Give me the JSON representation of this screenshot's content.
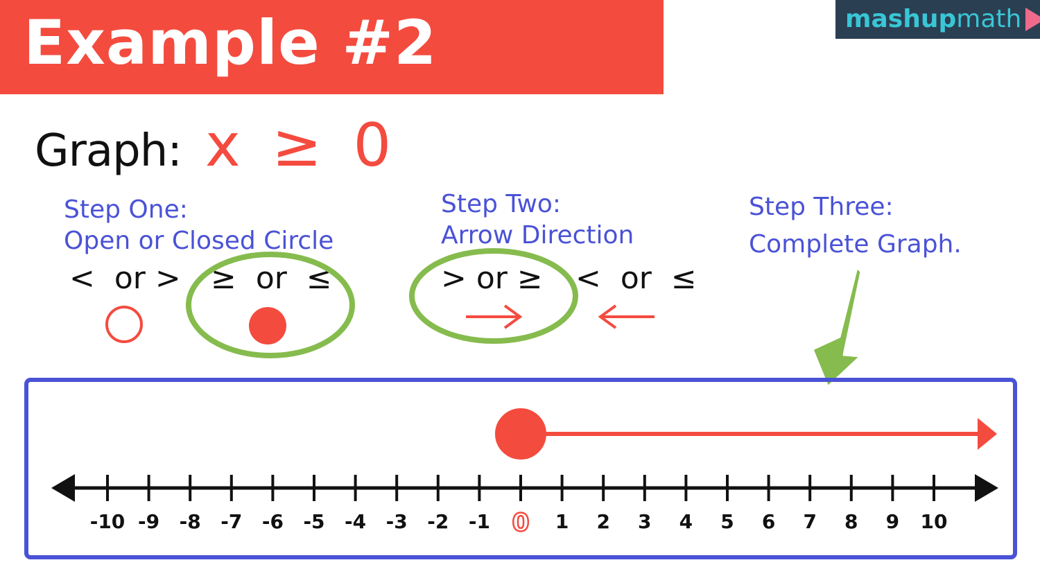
{
  "banner": {
    "title": "Example #2"
  },
  "logo": {
    "part1": "mashup",
    "part2": "math"
  },
  "graph": {
    "label": "Graph:",
    "expression": "x ≥ 0"
  },
  "steps": [
    {
      "title": "Step One:",
      "subtitle": "Open or Closed Circle"
    },
    {
      "title": "Step Two:",
      "subtitle": "Arrow Direction"
    },
    {
      "title": "Step Three:",
      "subtitle": "Complete Graph."
    }
  ],
  "symbols": {
    "open_pair": "<  or >",
    "closed_pair": "≥  or  ≤",
    "right_pair": "> or ≥",
    "left_pair": "<  or  ≤"
  },
  "number_line": {
    "ticks": [
      -10,
      -9,
      -8,
      -7,
      -6,
      -5,
      -4,
      -3,
      -2,
      -1,
      0,
      1,
      2,
      3,
      4,
      5,
      6,
      7,
      8,
      9,
      10
    ],
    "point": 0,
    "point_closed": true,
    "direction": "right",
    "highlighted_tick": 0
  },
  "colors": {
    "banner": "#f44b3f",
    "accent_red": "#f44b3f",
    "step_text": "#4a52d6",
    "frame": "#4a52d6",
    "highlight_green": "#86bb4e",
    "logo_bg": "#2b3f52",
    "logo_text": "#39c6d6",
    "logo_play": "#f06a8c"
  }
}
